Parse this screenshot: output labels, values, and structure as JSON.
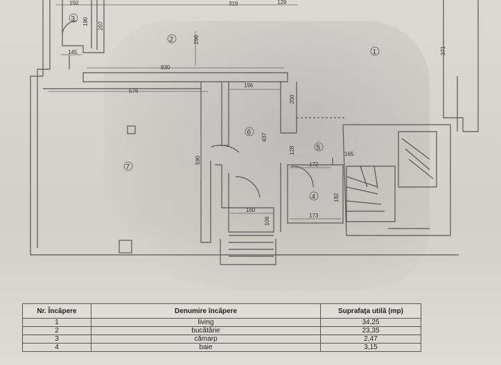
{
  "dimensions": {
    "d150": "150",
    "d190": "190",
    "d207": "207",
    "d319": "319",
    "d129": "129",
    "d145": "145",
    "d296": "296",
    "d830": "830",
    "d576": "576",
    "d196": "196",
    "d200": "200",
    "d437": "437",
    "d590": "590",
    "d128": "128",
    "d172": "172",
    "d165": "165",
    "d160": "160",
    "d106": "106",
    "d173": "173",
    "d182": "182",
    "d371": "371"
  },
  "room_labels": [
    "1",
    "2",
    "3",
    "4",
    "5",
    "6",
    "7"
  ],
  "table": {
    "headers": [
      "Nr. Încăpere",
      "Denumire încăpere",
      "Suprafaţa utilă (mp)"
    ],
    "rows": [
      {
        "nr": "1",
        "name": "living",
        "area": "34,25"
      },
      {
        "nr": "2",
        "name": "bucătărie",
        "area": "23,35"
      },
      {
        "nr": "3",
        "name": "cămarp",
        "area": "2,47"
      },
      {
        "nr": "4",
        "name": "baie",
        "area": "3,15"
      }
    ]
  }
}
